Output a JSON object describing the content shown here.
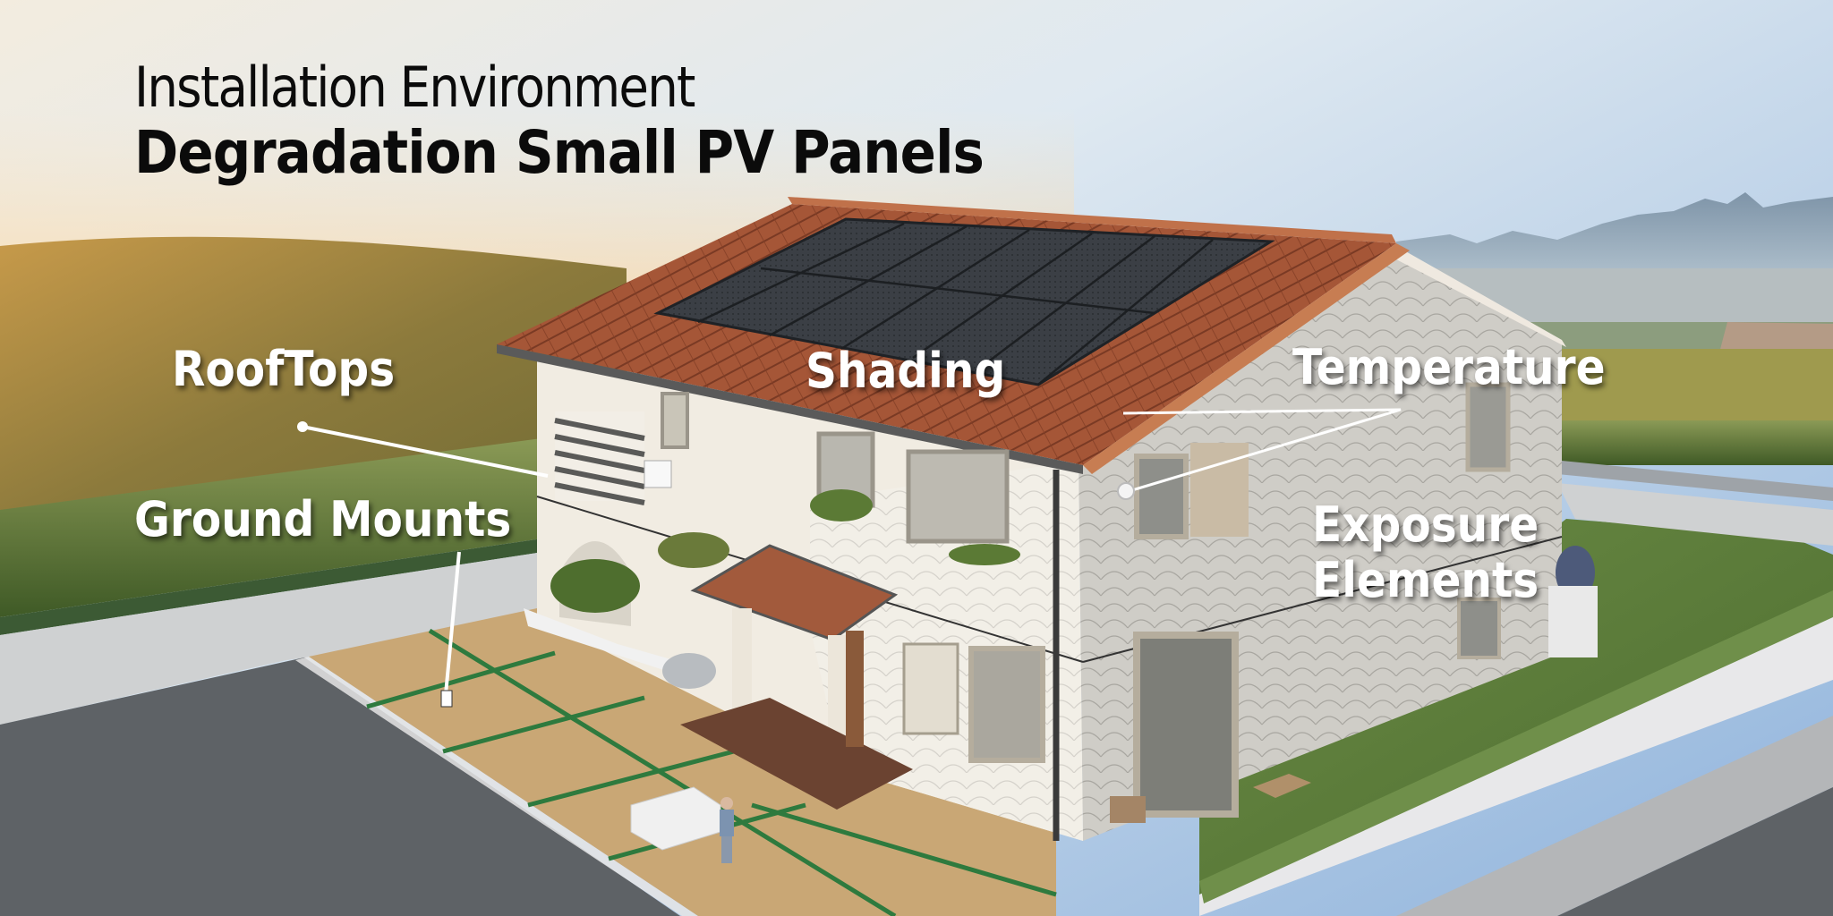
{
  "title": {
    "line1": "Installation Environment",
    "line2": "Degradation Small PV Panels"
  },
  "labels": {
    "rooftops": "RoofTops",
    "shading": "Shading",
    "temperature": "Temperature",
    "ground_mounts": "Ground Mounts",
    "exposure_line1": "Exposure",
    "exposure_line2": "Elements"
  },
  "colors": {
    "sky_top": "#9fbfe0",
    "sky_horizon": "#f5e6cf",
    "hill": "#8a7a3e",
    "hedge": "#4f6a2e",
    "roof_tile": "#a85a3a",
    "solar_panel": "#3a3d42",
    "wall_cream": "#f1ece2",
    "wall_gray": "#c9c8c3",
    "pavement": "#5f6368",
    "patio": "#c8a675",
    "patio_grid": "#2e7a3e",
    "lawn": "#5b7a3a",
    "label_text": "#ffffff",
    "title_text": "#0b0b0b"
  }
}
